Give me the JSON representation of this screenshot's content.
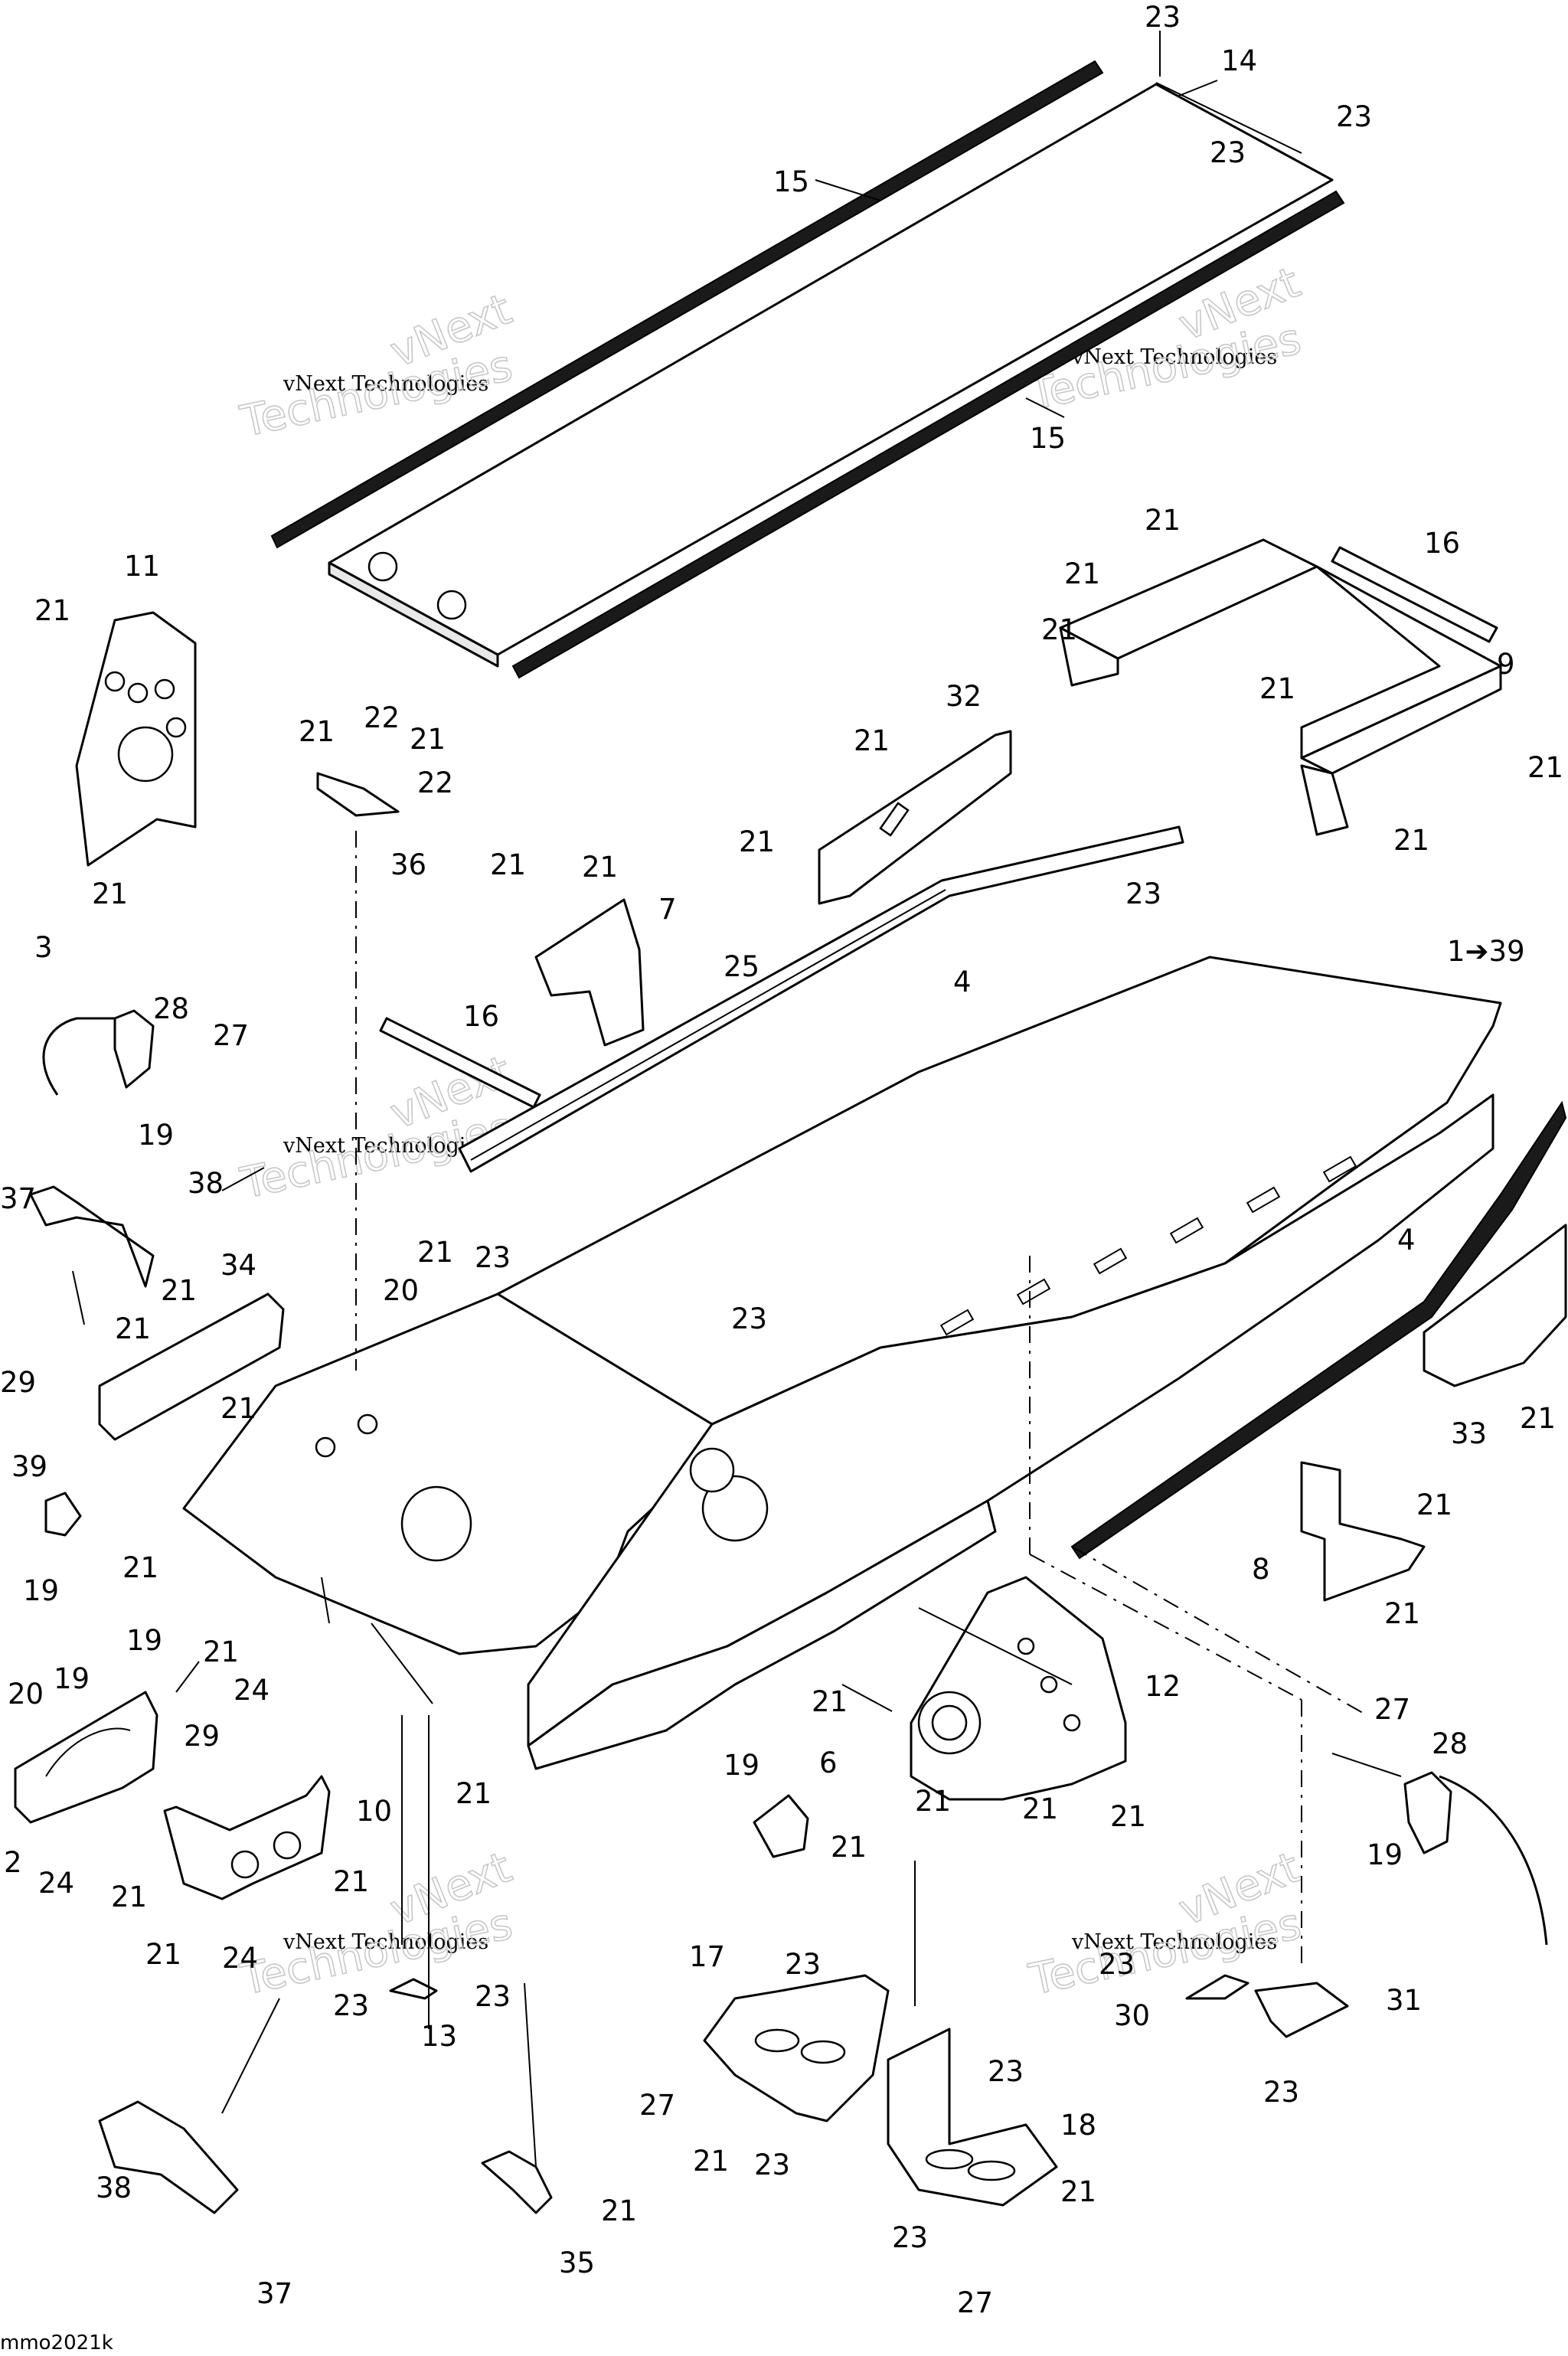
{
  "diagram": {
    "watermark": {
      "line1": "vNext Technologies",
      "line2": "vNext",
      "line3": "Technologies"
    },
    "figure_code": "mmo2021k",
    "callouts": [
      {
        "id": "c1",
        "label": "23"
      },
      {
        "id": "c2",
        "label": "14"
      },
      {
        "id": "c3",
        "label": "23"
      },
      {
        "id": "c4",
        "label": "23"
      },
      {
        "id": "c5",
        "label": "15"
      },
      {
        "id": "c6",
        "label": "15"
      },
      {
        "id": "c7",
        "label": "21"
      },
      {
        "id": "c8",
        "label": "16"
      },
      {
        "id": "c9",
        "label": "21"
      },
      {
        "id": "c10",
        "label": "21"
      },
      {
        "id": "c11",
        "label": "9"
      },
      {
        "id": "c12",
        "label": "21"
      },
      {
        "id": "c13",
        "label": "21"
      },
      {
        "id": "c14",
        "label": "21"
      },
      {
        "id": "c15",
        "label": "11"
      },
      {
        "id": "c16",
        "label": "21"
      },
      {
        "id": "c17",
        "label": "21"
      },
      {
        "id": "c18",
        "label": "21"
      },
      {
        "id": "c19",
        "label": "22"
      },
      {
        "id": "c20",
        "label": "21"
      },
      {
        "id": "c21",
        "label": "22"
      },
      {
        "id": "c22",
        "label": "36"
      },
      {
        "id": "c23",
        "label": "32"
      },
      {
        "id": "c24",
        "label": "21"
      },
      {
        "id": "c25",
        "label": "21"
      },
      {
        "id": "c26",
        "label": "21"
      },
      {
        "id": "c27",
        "label": "21"
      },
      {
        "id": "c28",
        "label": "7"
      },
      {
        "id": "c29",
        "label": "23"
      },
      {
        "id": "c30",
        "label": "25"
      },
      {
        "id": "c31",
        "label": "4"
      },
      {
        "id": "c32",
        "label": "1➔39"
      },
      {
        "id": "c33",
        "label": "3"
      },
      {
        "id": "c34",
        "label": "28"
      },
      {
        "id": "c35",
        "label": "27"
      },
      {
        "id": "c36",
        "label": "16"
      },
      {
        "id": "c37",
        "label": "19"
      },
      {
        "id": "c38",
        "label": "37"
      },
      {
        "id": "c39",
        "label": "38"
      },
      {
        "id": "c40",
        "label": "21"
      },
      {
        "id": "c41",
        "label": "34"
      },
      {
        "id": "c42",
        "label": "23"
      },
      {
        "id": "c43",
        "label": "20"
      },
      {
        "id": "c44",
        "label": "23"
      },
      {
        "id": "c45",
        "label": "4"
      },
      {
        "id": "c46",
        "label": "21"
      },
      {
        "id": "c47",
        "label": "29"
      },
      {
        "id": "c48",
        "label": "21"
      },
      {
        "id": "c49",
        "label": "33"
      },
      {
        "id": "c50",
        "label": "21"
      },
      {
        "id": "c51",
        "label": "39"
      },
      {
        "id": "c52",
        "label": "19"
      },
      {
        "id": "c53",
        "label": "21"
      },
      {
        "id": "c54",
        "label": "21"
      },
      {
        "id": "c55",
        "label": "8"
      },
      {
        "id": "c56",
        "label": "21"
      },
      {
        "id": "c57",
        "label": "21"
      },
      {
        "id": "c58",
        "label": "24"
      },
      {
        "id": "c59",
        "label": "19"
      },
      {
        "id": "c60",
        "label": "20"
      },
      {
        "id": "c61",
        "label": "19"
      },
      {
        "id": "c62",
        "label": "29"
      },
      {
        "id": "c63",
        "label": "21"
      },
      {
        "id": "c64",
        "label": "12"
      },
      {
        "id": "c65",
        "label": "19"
      },
      {
        "id": "c66",
        "label": "21"
      },
      {
        "id": "c67",
        "label": "21"
      },
      {
        "id": "c68",
        "label": "6"
      },
      {
        "id": "c69",
        "label": "21"
      },
      {
        "id": "c70",
        "label": "21"
      },
      {
        "id": "c71",
        "label": "21"
      },
      {
        "id": "c72",
        "label": "21"
      },
      {
        "id": "c73",
        "label": "27"
      },
      {
        "id": "c74",
        "label": "28"
      },
      {
        "id": "c75",
        "label": "2"
      },
      {
        "id": "c76",
        "label": "24"
      },
      {
        "id": "c77",
        "label": "10"
      },
      {
        "id": "c78",
        "label": "21"
      },
      {
        "id": "c79",
        "label": "21"
      },
      {
        "id": "c80",
        "label": "19"
      },
      {
        "id": "c81",
        "label": "21"
      },
      {
        "id": "c82",
        "label": "24"
      },
      {
        "id": "c83",
        "label": "23"
      },
      {
        "id": "c84",
        "label": "23"
      },
      {
        "id": "c85",
        "label": "13"
      },
      {
        "id": "c86",
        "label": "17"
      },
      {
        "id": "c87",
        "label": "23"
      },
      {
        "id": "c88",
        "label": "23"
      },
      {
        "id": "c89",
        "label": "30"
      },
      {
        "id": "c90",
        "label": "31"
      },
      {
        "id": "c91",
        "label": "23"
      },
      {
        "id": "c92",
        "label": "27"
      },
      {
        "id": "c93",
        "label": "21"
      },
      {
        "id": "c94",
        "label": "23"
      },
      {
        "id": "c95",
        "label": "23"
      },
      {
        "id": "c96",
        "label": "18"
      },
      {
        "id": "c97",
        "label": "38"
      },
      {
        "id": "c98",
        "label": "21"
      },
      {
        "id": "c99",
        "label": "21"
      },
      {
        "id": "c100",
        "label": "23"
      },
      {
        "id": "c101",
        "label": "35"
      },
      {
        "id": "c102",
        "label": "37"
      },
      {
        "id": "c103",
        "label": "27"
      }
    ]
  }
}
